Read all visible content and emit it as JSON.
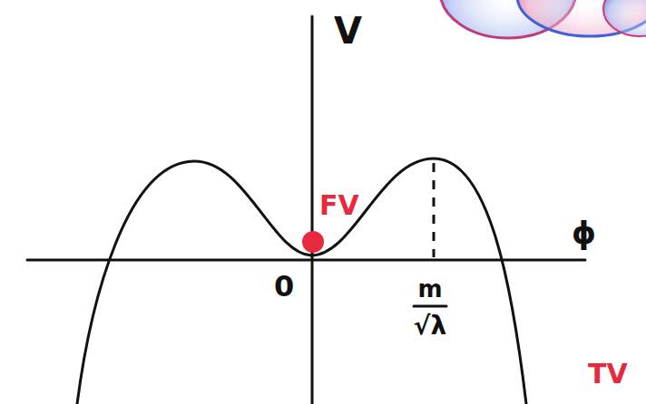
{
  "diagram": {
    "labels": [
      "V",
      "ϕ",
      "FV",
      "0",
      "m",
      "√λ",
      "TV"
    ]
  }
}
